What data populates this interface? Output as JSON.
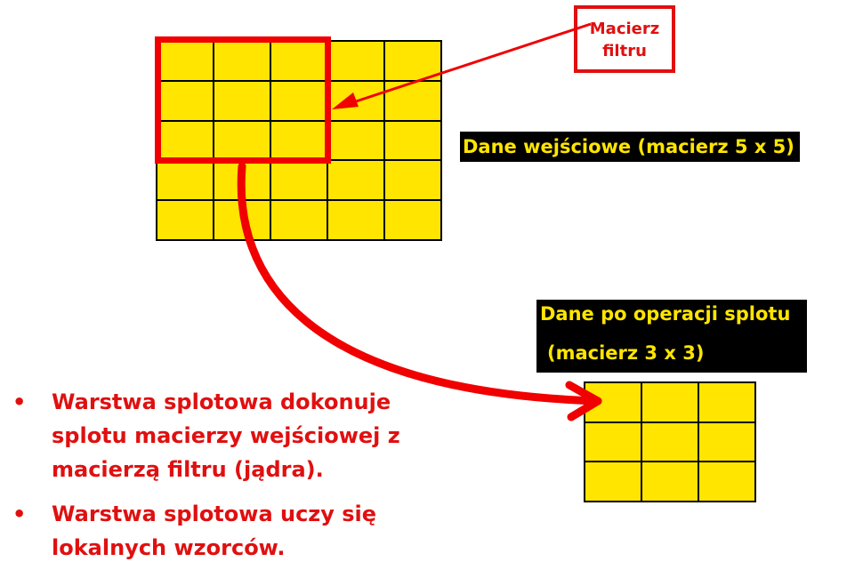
{
  "filter_label": {
    "line1": "Macierz",
    "line2": "filtru"
  },
  "input_label": "Dane wejściowe (macierz 5 x 5)",
  "output_label": {
    "line1": "Dane po operacji splotu",
    "line2": "(macierz 3 x 3)"
  },
  "bullets": [
    "Warstwa splotowa dokonuje splotu macierzy wejściowej z macierzą filtru (jądra).",
    "Warstwa splotowa uczy się lokalnych wzorców."
  ],
  "colors": {
    "cell": "#FFE500",
    "accent": "#F00000",
    "text_red": "#E01010",
    "label_bg": "#000000"
  },
  "input_matrix": {
    "rows": 5,
    "cols": 5
  },
  "output_matrix": {
    "rows": 3,
    "cols": 3
  },
  "filter_size": {
    "rows": 3,
    "cols": 3
  }
}
